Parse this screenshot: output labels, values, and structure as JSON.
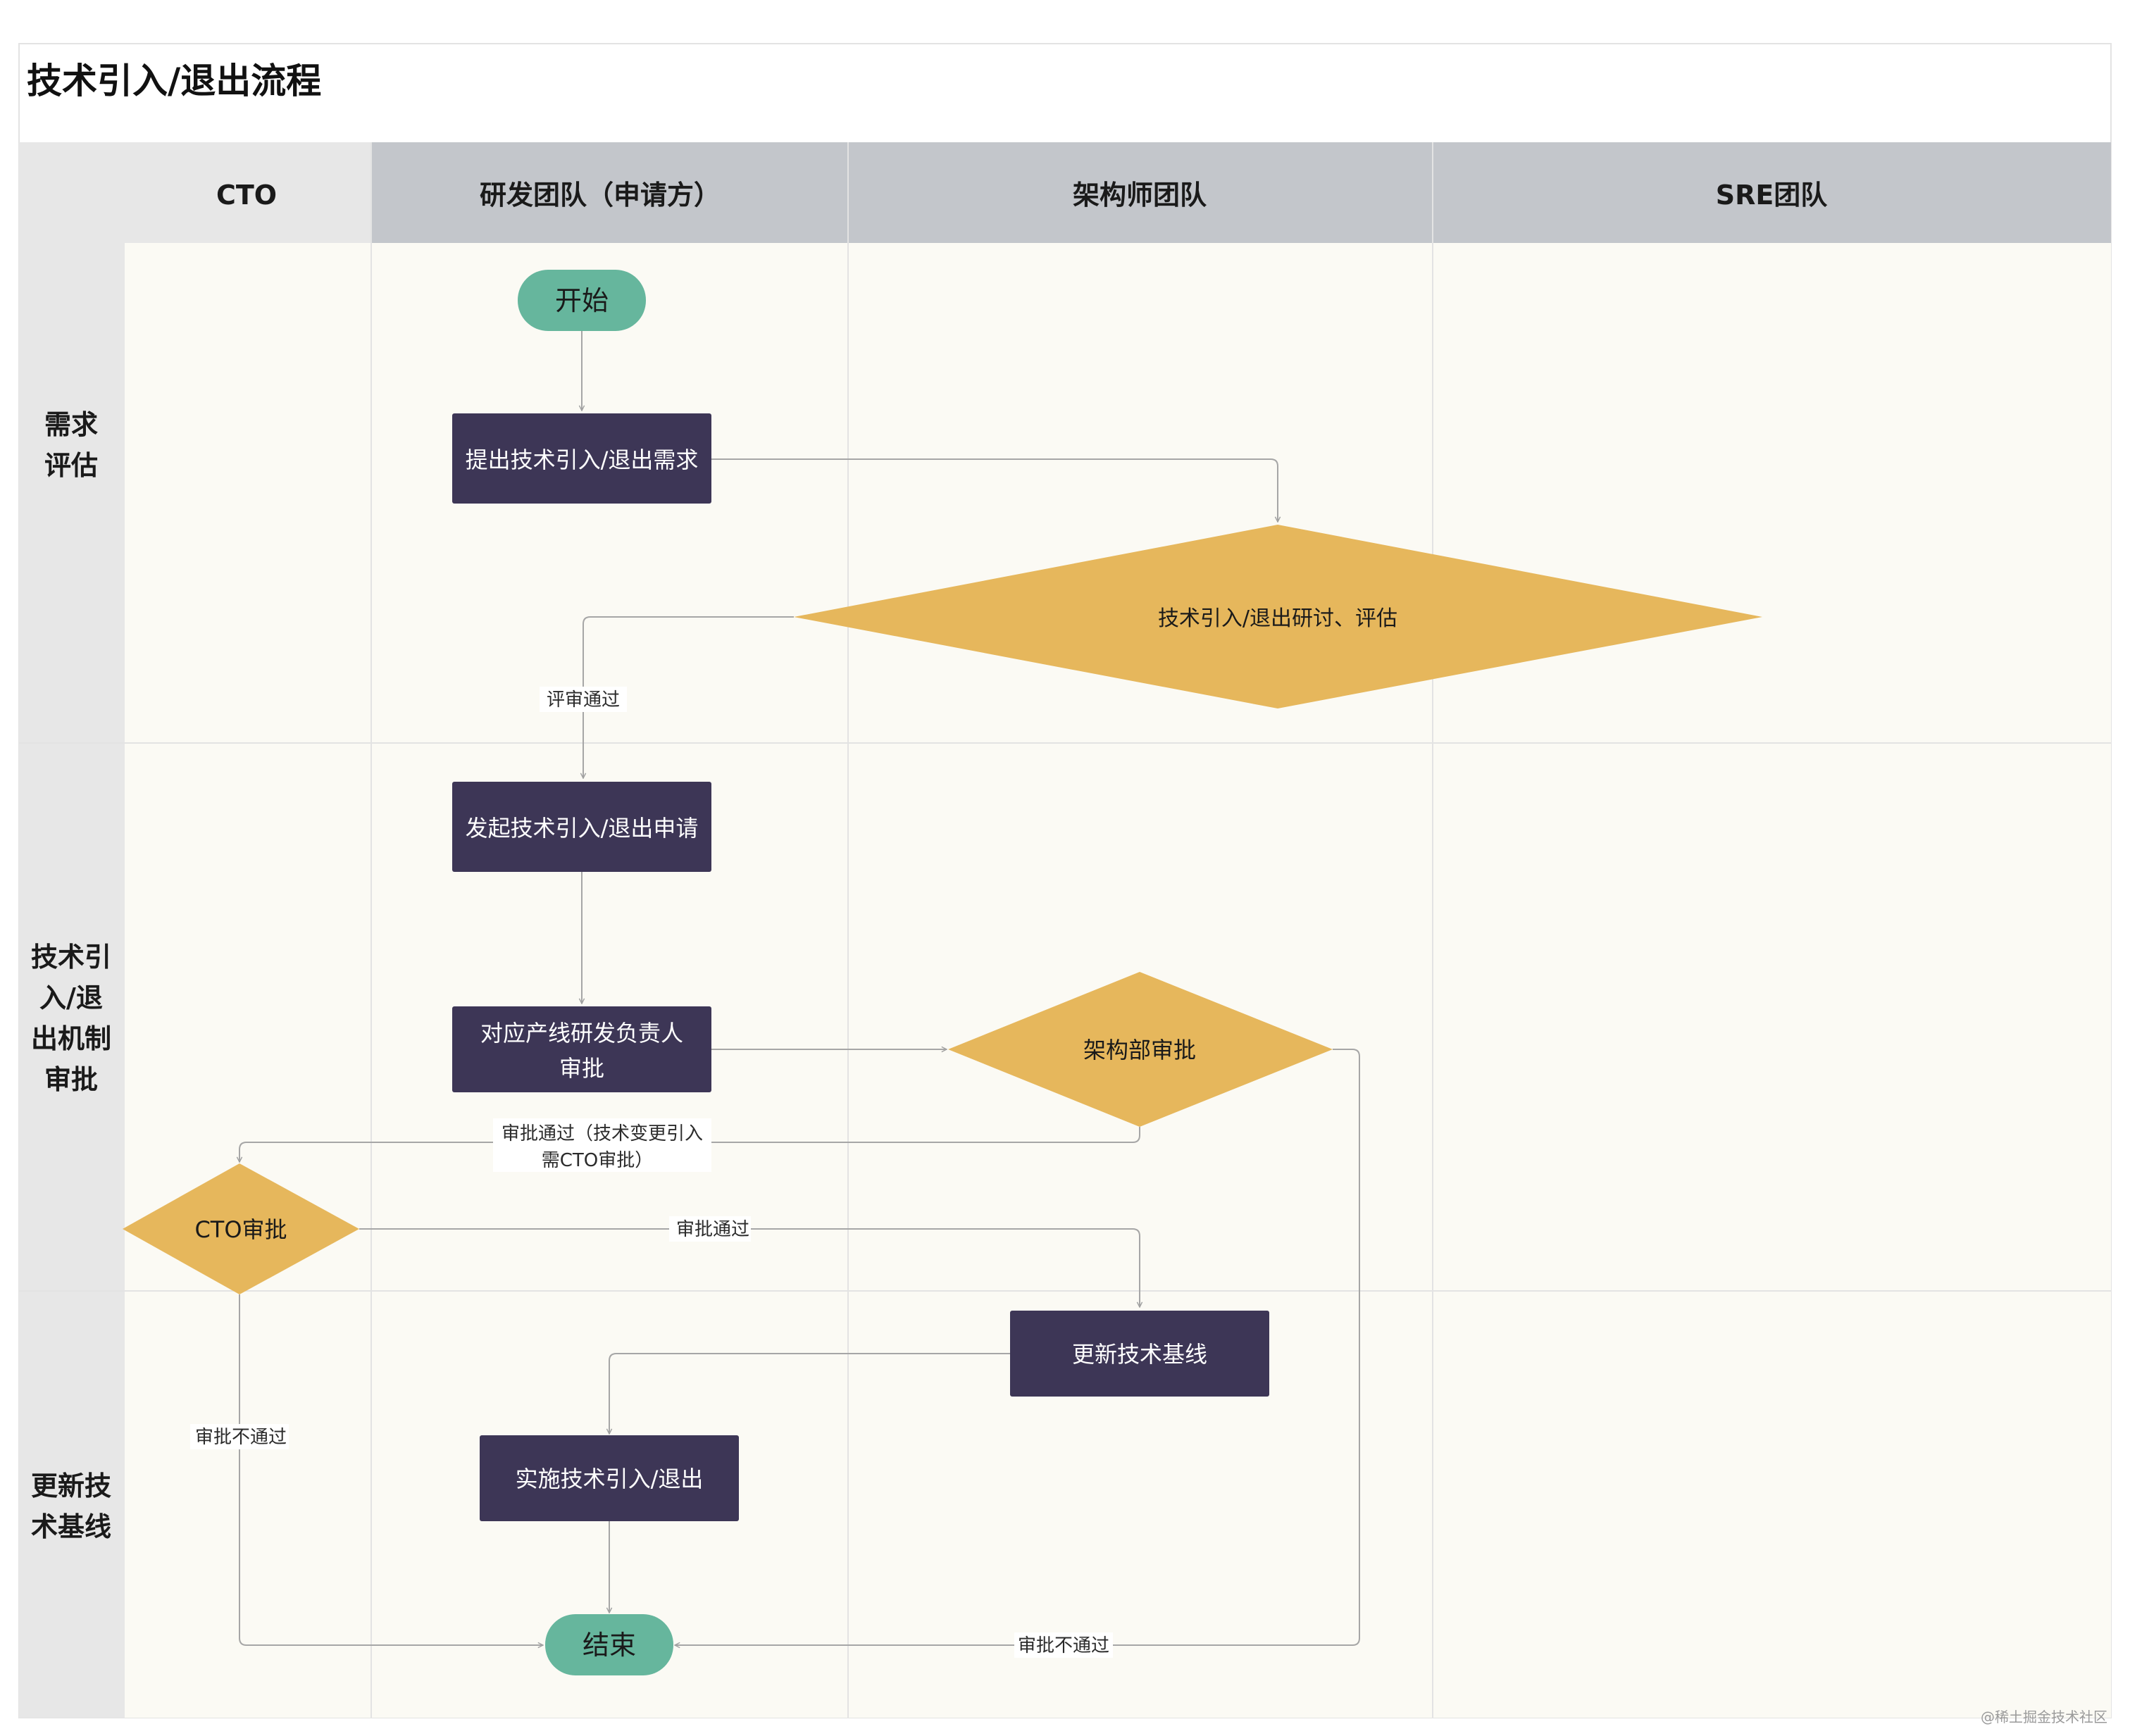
{
  "title": "技术引入/退出流程",
  "columns": [
    "CTO",
    "研发团队（申请方）",
    "架构师团队",
    "SRE团队"
  ],
  "rows": [
    [
      "需求",
      "评估"
    ],
    [
      "技术引",
      "入/退",
      "出机制",
      "审批"
    ],
    [
      "更新技",
      "术基线"
    ]
  ],
  "nodes": {
    "start": "开始",
    "propose": "提出技术引入/退出需求",
    "review": "技术引入/退出研讨、评估",
    "initiate": "发起技术引入/退出申请",
    "owner_approval": [
      "对应产线研发负责人",
      "审批"
    ],
    "arch_approval": "架构部审批",
    "cto_approval": "CTO审批",
    "update_baseline": "更新技术基线",
    "implement": "实施技术引入/退出",
    "end": "结束"
  },
  "edge_labels": {
    "review_passed": "评审通过",
    "arch_passed": [
      "审批通过（技术变更引入",
      "需CTO审批）"
    ],
    "cto_passed": "审批通过",
    "cto_rejected": "审批不通过",
    "arch_rejected": "审批不通过"
  },
  "credit": "@稀土掘金技术社区",
  "colors": {
    "process": "#3d3656",
    "decision": "#e6b75c",
    "terminal": "#66b69d",
    "header": "#c3c6cb",
    "lane": "#fbfaf4",
    "side": "#e7e7e7"
  }
}
